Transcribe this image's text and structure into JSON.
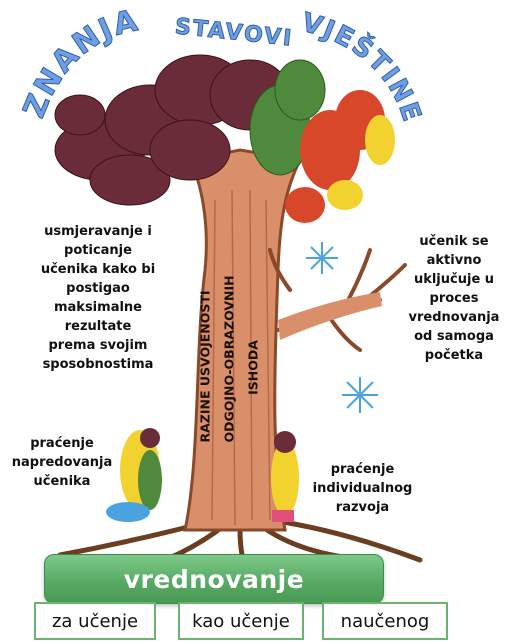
{
  "arc_labels": {
    "left": "ZNANJA",
    "center": "STAVOVI",
    "right": "VJEŠTINE"
  },
  "notes": {
    "left_top": "usmjeravanje i\npoticanje\nučenika kako bi\npostigao\nmaksimalne\nrezultate\nprema svojim\nsposobnostima",
    "right_top": "učenik se\naktivno\nuključuje u\nproces\nvrednovanja\nod samoga\npočetka",
    "left_bottom": "praćenje\nnapredovanja\nučenika",
    "right_bottom": "praćenje\nindividualnog\nrazvoja"
  },
  "trunk_text": {
    "line1": "RAZINE USVOJENOSTI",
    "line2": "ODGOJNO-OBRAZOVNIH",
    "line3": "ISHODA"
  },
  "banner": {
    "label": "vrednovanje"
  },
  "boxes": [
    {
      "label": "za učenje"
    },
    {
      "label": "kao učenje"
    },
    {
      "label": "naučenog"
    }
  ],
  "colors": {
    "arc_text_fill": "#6f9fe0",
    "trunk": "#d9906a",
    "canopy_dark": "#6b2c3a",
    "canopy_green": "#4f8a3c",
    "canopy_red": "#d9472b",
    "canopy_yellow": "#f2d22e",
    "banner": "#55a862",
    "box_border": "#6db36f",
    "snowflake": "#4aa3e0"
  }
}
